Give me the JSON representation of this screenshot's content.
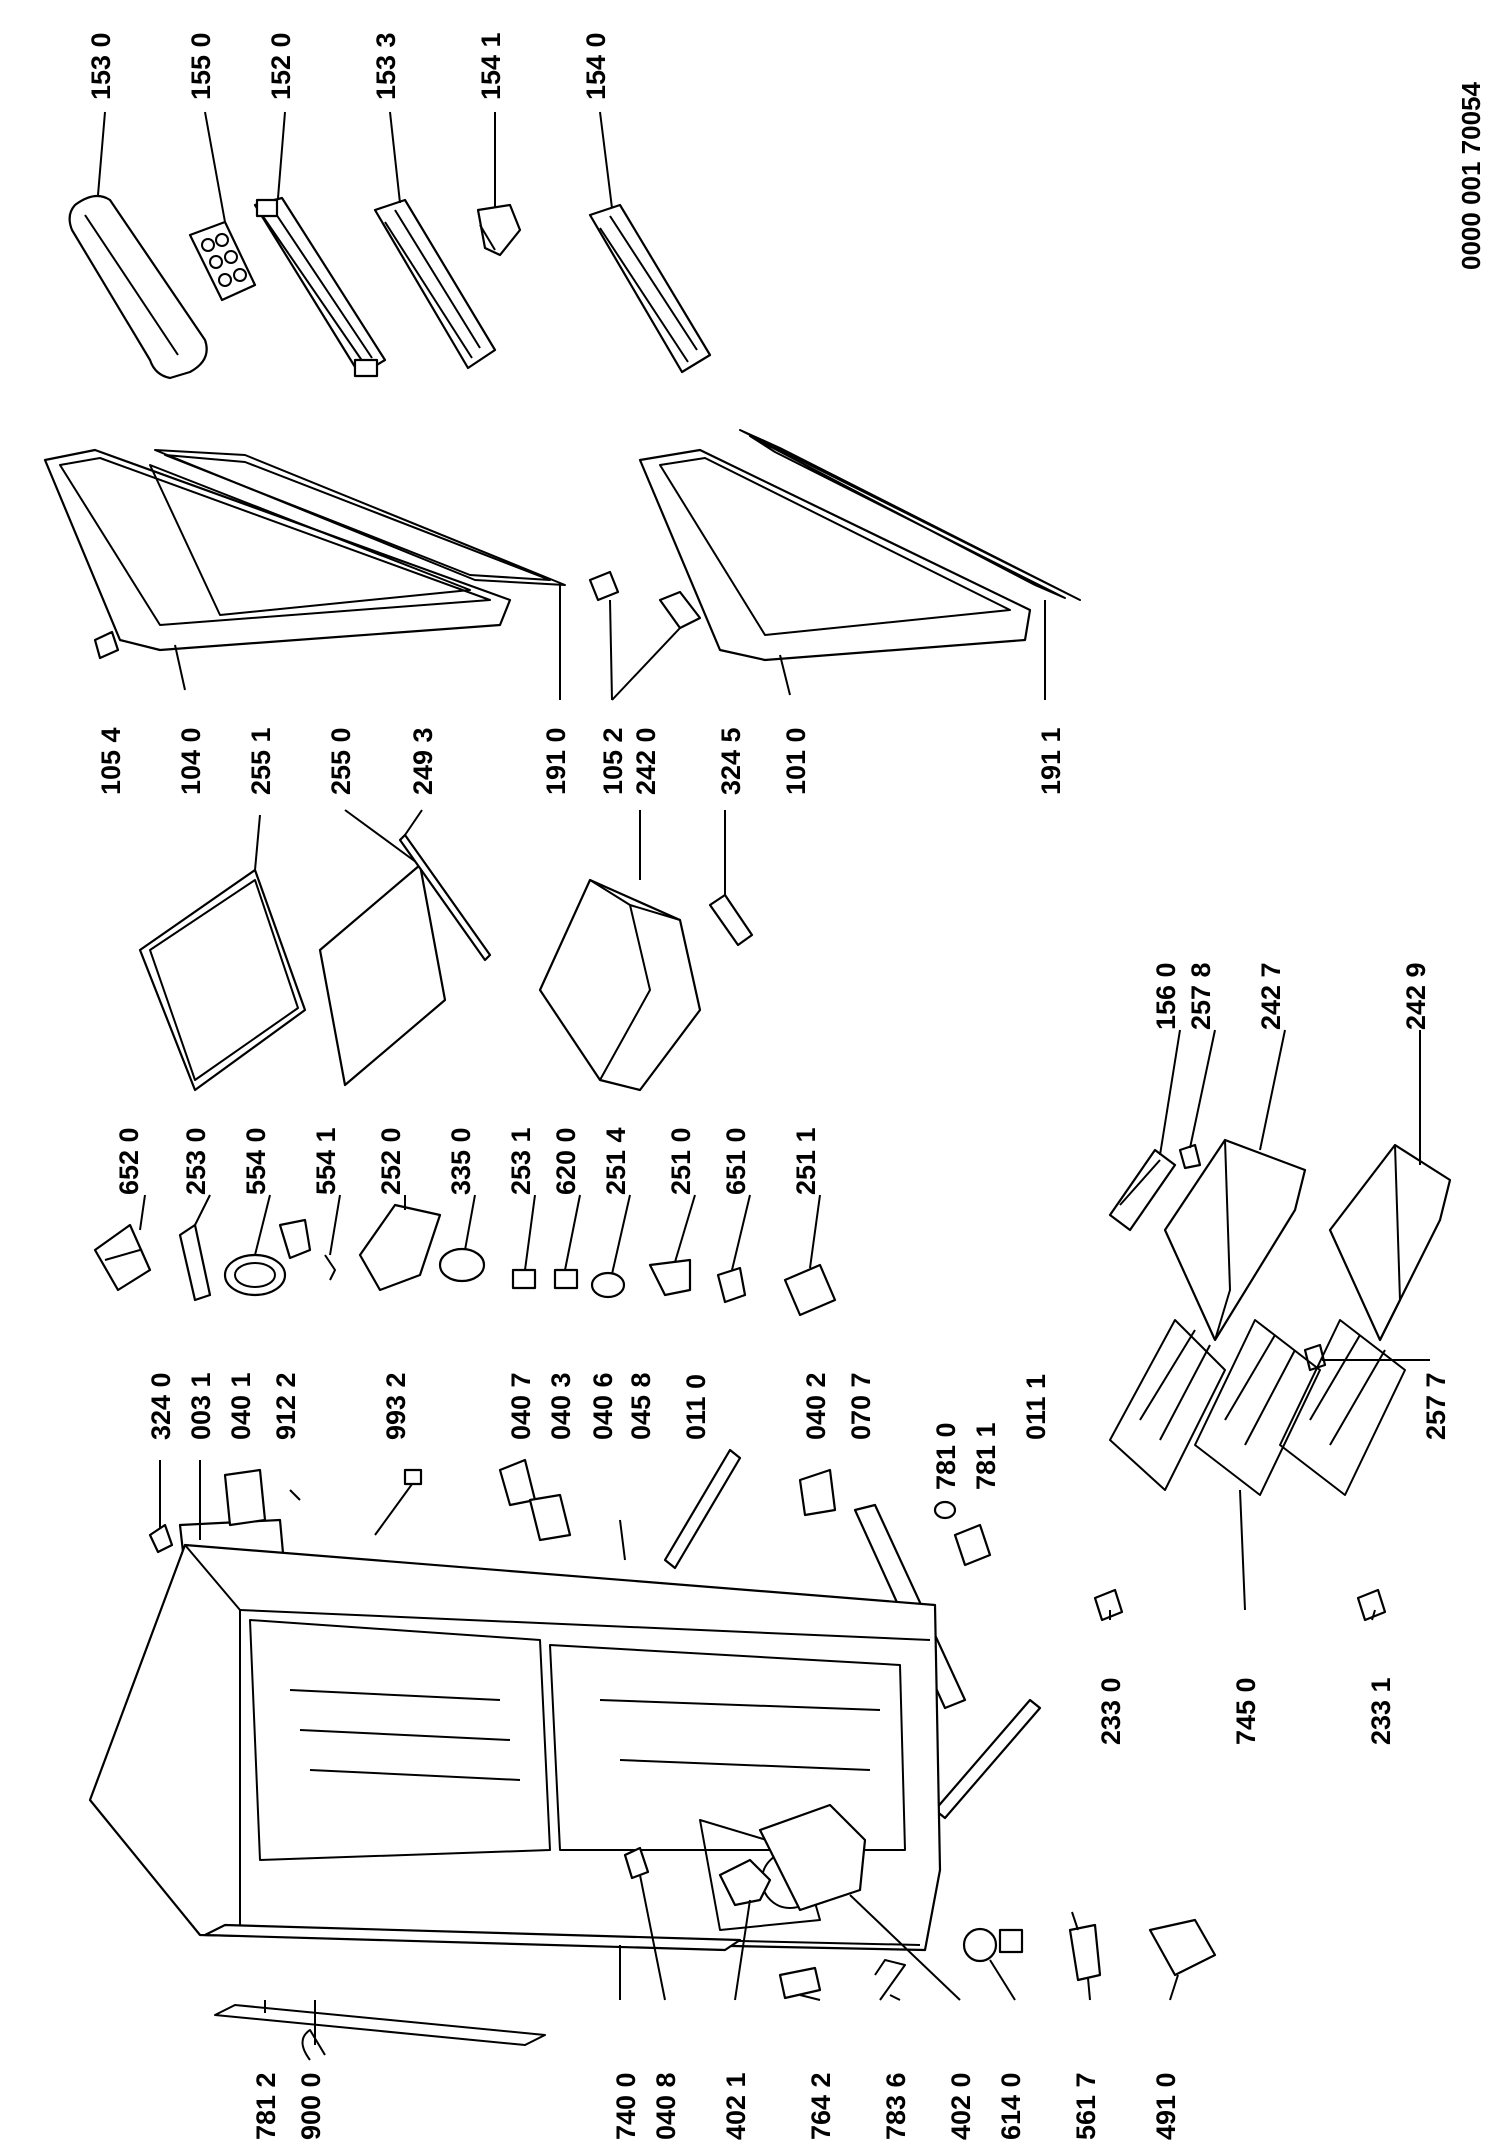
{
  "document_number": "0000 001 70054",
  "labels": [
    {
      "id": "153-0",
      "text": "153 0"
    },
    {
      "id": "155-0",
      "text": "155 0"
    },
    {
      "id": "152-0",
      "text": "152 0"
    },
    {
      "id": "153-3",
      "text": "153 3"
    },
    {
      "id": "154-1",
      "text": "154 1"
    },
    {
      "id": "154-0",
      "text": "154 0"
    },
    {
      "id": "105-4",
      "text": "105 4"
    },
    {
      "id": "104-0",
      "text": "104 0"
    },
    {
      "id": "255-1",
      "text": "255 1"
    },
    {
      "id": "255-0",
      "text": "255 0"
    },
    {
      "id": "249-3",
      "text": "249 3"
    },
    {
      "id": "191-0",
      "text": "191 0"
    },
    {
      "id": "105-2",
      "text": "105 2"
    },
    {
      "id": "242-0",
      "text": "242 0"
    },
    {
      "id": "324-5",
      "text": "324 5"
    },
    {
      "id": "101-0",
      "text": "101 0"
    },
    {
      "id": "191-1",
      "text": "191 1"
    },
    {
      "id": "652-0",
      "text": "652 0"
    },
    {
      "id": "253-0",
      "text": "253 0"
    },
    {
      "id": "554-0",
      "text": "554 0"
    },
    {
      "id": "554-1",
      "text": "554 1"
    },
    {
      "id": "252-0",
      "text": "252 0"
    },
    {
      "id": "335-0",
      "text": "335 0"
    },
    {
      "id": "253-1",
      "text": "253 1"
    },
    {
      "id": "620-0",
      "text": "620 0"
    },
    {
      "id": "251-4",
      "text": "251 4"
    },
    {
      "id": "251-0",
      "text": "251 0"
    },
    {
      "id": "651-0",
      "text": "651 0"
    },
    {
      "id": "251-1",
      "text": "251 1"
    },
    {
      "id": "324-0",
      "text": "324 0"
    },
    {
      "id": "003-1",
      "text": "003 1"
    },
    {
      "id": "040-1",
      "text": "040 1"
    },
    {
      "id": "912-2",
      "text": "912 2"
    },
    {
      "id": "993-2",
      "text": "993 2"
    },
    {
      "id": "040-7",
      "text": "040 7"
    },
    {
      "id": "040-3",
      "text": "040 3"
    },
    {
      "id": "040-6",
      "text": "040 6"
    },
    {
      "id": "045-8",
      "text": "045 8"
    },
    {
      "id": "011-0",
      "text": "011 0"
    },
    {
      "id": "040-2",
      "text": "040 2"
    },
    {
      "id": "070-7",
      "text": "070 7"
    },
    {
      "id": "781-0",
      "text": "781 0"
    },
    {
      "id": "781-1",
      "text": "781 1"
    },
    {
      "id": "011-1",
      "text": "011 1"
    },
    {
      "id": "156-0",
      "text": "156 0"
    },
    {
      "id": "257-8",
      "text": "257 8"
    },
    {
      "id": "242-7",
      "text": "242 7"
    },
    {
      "id": "242-9",
      "text": "242 9"
    },
    {
      "id": "257-7",
      "text": "257 7"
    },
    {
      "id": "233-0",
      "text": "233 0"
    },
    {
      "id": "745-0",
      "text": "745 0"
    },
    {
      "id": "233-1",
      "text": "233 1"
    },
    {
      "id": "781-2",
      "text": "781 2"
    },
    {
      "id": "900-0",
      "text": "900 0"
    },
    {
      "id": "740-0",
      "text": "740 0"
    },
    {
      "id": "040-8",
      "text": "040 8"
    },
    {
      "id": "402-1",
      "text": "402 1"
    },
    {
      "id": "764-2",
      "text": "764 2"
    },
    {
      "id": "783-6",
      "text": "783 6"
    },
    {
      "id": "402-0",
      "text": "402 0"
    },
    {
      "id": "614-0",
      "text": "614 0"
    },
    {
      "id": "561-7",
      "text": "561 7"
    },
    {
      "id": "491-0",
      "text": "491 0"
    }
  ]
}
